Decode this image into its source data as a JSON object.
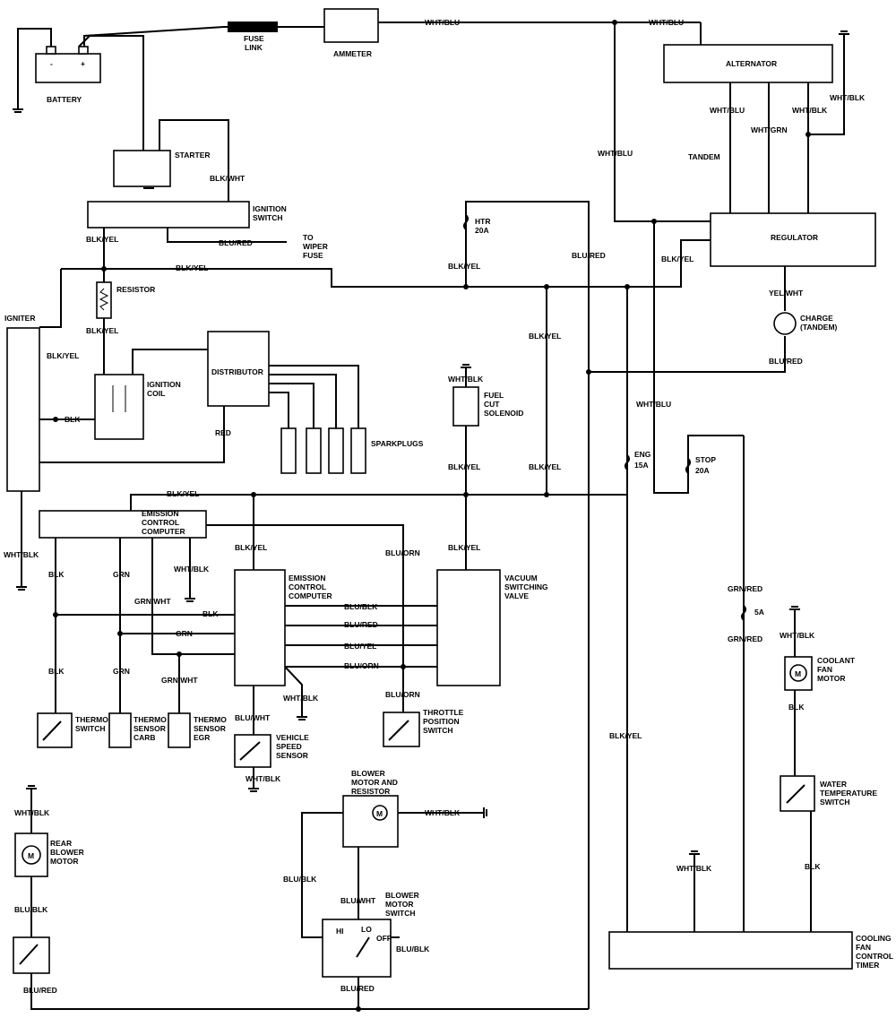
{
  "components": {
    "battery": "BATTERY",
    "battery_neg": "-",
    "battery_pos": "+",
    "fuse_link": [
      "FUSE",
      "LINK"
    ],
    "ammeter": "AMMETER",
    "alternator": "ALTERNATOR",
    "starter": "STARTER",
    "ignition_switch": [
      "IGNITION",
      "SWITCH"
    ],
    "to_wiper_fuse": [
      "TO",
      "WIPER",
      "FUSE"
    ],
    "regulator": "REGULATOR",
    "tandem": "TANDEM",
    "charge": [
      "CHARGE",
      "(TANDEM)"
    ],
    "resistor": "RESISTOR",
    "igniter": "IGNITER",
    "ignition_coil": [
      "IGNITION",
      "COIL"
    ],
    "distributor": "DISTRIBUTOR",
    "sparkplugs": "SPARKPLUGS",
    "htr_fuse": [
      "HTR",
      "20A"
    ],
    "fuel_cut_solenoid": [
      "FUEL",
      "CUT",
      "SOLENOID"
    ],
    "eng_fuse": [
      "ENG",
      "15A"
    ],
    "stop_fuse": [
      "STOP",
      "20A"
    ],
    "fuse_5a": "5A",
    "emission_computer_1": [
      "EMISSION",
      "CONTROL",
      "COMPUTER"
    ],
    "emission_computer_2": [
      "EMISSION",
      "CONTROL",
      "COMPUTER"
    ],
    "vacuum_switching_valve": [
      "VACUUM",
      "SWITCHING",
      "VALVE"
    ],
    "thermo_switch": [
      "THERMO",
      "SWITCH"
    ],
    "thermo_sensor_carb": [
      "THERMO",
      "SENSOR",
      "CARB"
    ],
    "thermo_sensor_egr": [
      "THERMO",
      "SENSOR",
      "EGR"
    ],
    "vehicle_speed_sensor": [
      "VEHICLE",
      "SPEED",
      "SENSOR"
    ],
    "throttle_position_switch": [
      "THROTTLE",
      "POSITION",
      "SWITCH"
    ],
    "coolant_fan_motor": [
      "COOLANT",
      "FAN",
      "MOTOR"
    ],
    "water_temperature_switch": [
      "WATER",
      "TEMPERATURE",
      "SWITCH"
    ],
    "blower_motor_resistor": [
      "BLOWER",
      "MOTOR AND",
      "RESISTOR"
    ],
    "blower_motor_switch": [
      "BLOWER",
      "MOTOR",
      "SWITCH"
    ],
    "switch_hi": "HI",
    "switch_lo": "LO",
    "switch_off": "OFF",
    "rear_blower_motor": [
      "REAR",
      "BLOWER",
      "MOTOR"
    ],
    "cooling_fan_timer": [
      "COOLING",
      "FAN",
      "CONTROL",
      "TIMER"
    ],
    "motor_symbol": "M"
  },
  "wires": {
    "wht_blu_1": "WHT/BLU",
    "wht_blu_2": "WHT/BLU",
    "wht_blu_alt": "WHT/BLU",
    "wht_blu_vert": "WHT/BLU",
    "wht_blu_lower": "WHT/BLU",
    "wht_grn": "WHT/GRN",
    "wht_blk_alt": "WHT/BLK",
    "wht_blk_right": "WHT/BLK",
    "blk_wht_starter": "BLK/WHT",
    "blk_yel_sw": "BLK/YEL",
    "blu_red_sw": "BLU/RED",
    "blk_yel_top": "BLK/YEL",
    "blk_yel_htr": "BLK/YEL",
    "blu_red_mid": "BLU/RED",
    "blk_yel_reg": "BLK/YEL",
    "yel_wht": "YEL/WHT",
    "blu_red_charge": "BLU/RED",
    "blk_yel_res": "BLK/YEL",
    "blk_yel_igniter": "BLK/YEL",
    "blk_coil": "BLK",
    "red_dist": "RED",
    "blk_yel_v1": "BLK/YEL",
    "wht_blk_fuel": "WHT/BLK",
    "blk_yel_fuel": "BLK/YEL",
    "blk_yel_v2": "BLK/YEL",
    "blk_yel_main": "BLK/YEL",
    "wht_blk_igniter": "WHT/BLK",
    "blk_yel_ecc": "BLK/YEL",
    "blk_yel_vsv": "BLK/YEL",
    "blu_orn_top": "BLU/ORN",
    "blk_a": "BLK",
    "grn_a": "GRN",
    "grn_wht_a": "GRN/WHT",
    "wht_blk_ecc": "WHT/BLK",
    "blk_b": "BLK",
    "grn_b": "GRN",
    "blk_c": "BLK",
    "grn_c": "GRN",
    "grn_wht_b": "GRN/WHT",
    "blu_blk": "BLU/BLK",
    "blu_red_e": "BLU/RED",
    "blu_yel": "BLU/YEL",
    "blu_orn_e": "BLU/ORN",
    "wht_blk_e": "WHT/BLK",
    "blu_wht_vss": "BLU/WHT",
    "wht_blk_vss": "WHT/BLK",
    "blu_orn_tps": "BLU/ORN",
    "grn_red_1": "GRN/RED",
    "grn_red_2": "GRN/RED",
    "wht_blk_cfm": "WHT/BLK",
    "blk_cfm": "BLK",
    "blk_wts": "BLK",
    "wht_blk_timer": "WHT/BLK",
    "blk_yel_long": "BLK/YEL",
    "wht_blk_blower": "WHT/BLK",
    "blu_blk_left": "BLU/BLK",
    "blu_wht_bms": "BLU/WHT",
    "blu_blk_right": "BLU/BLK",
    "blu_red_bottom": "BLU/RED",
    "wht_blk_rear": "WHT/BLK",
    "blu_blk_rear": "BLU/BLK",
    "blu_red_rear": "BLU/RED"
  }
}
